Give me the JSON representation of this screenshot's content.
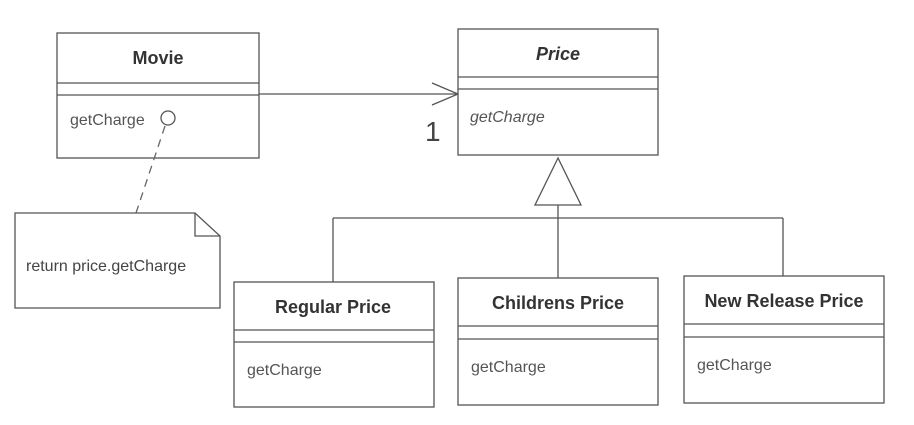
{
  "classes": {
    "movie": {
      "name": "Movie",
      "operation": "getCharge"
    },
    "price": {
      "name": "Price",
      "operation": "getCharge",
      "abstract": true
    },
    "regular_price": {
      "name": "Regular Price",
      "operation": "getCharge"
    },
    "childrens_price": {
      "name": "Childrens Price",
      "operation": "getCharge"
    },
    "new_release_price": {
      "name": "New Release Price",
      "operation": "getCharge"
    }
  },
  "association": {
    "multiplicity": "1"
  },
  "note": {
    "text": "return price.getCharge"
  }
}
